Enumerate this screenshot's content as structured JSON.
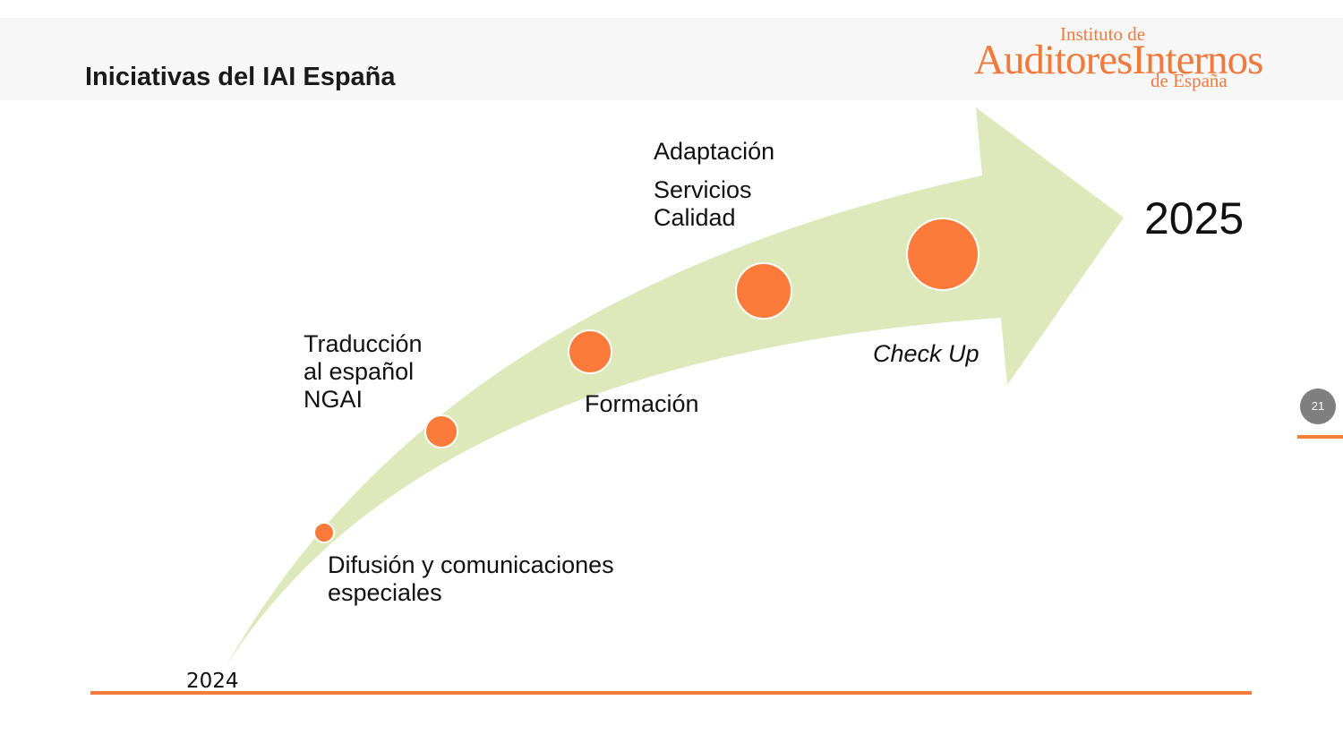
{
  "slide": {
    "title": "Iniciativas del IAI España",
    "page_number": "21"
  },
  "logo": {
    "line1": "Instituto de",
    "line2": "AuditoresInternos",
    "line3": "de España"
  },
  "timeline": {
    "start_year": "2024",
    "end_year": "2025",
    "milestones": [
      {
        "label": "Difusión y comunicaciones\nespeciales"
      },
      {
        "label": "Traducción\nal español\nNGAI"
      },
      {
        "label": "Formación"
      },
      {
        "label": "Adaptación"
      },
      {
        "label": "Servicios\nCalidad"
      },
      {
        "label": "Check Up"
      }
    ]
  },
  "colors": {
    "accent": "#f47c3c",
    "arrow": "#dde9bb",
    "dot": "#fd7b3a"
  }
}
